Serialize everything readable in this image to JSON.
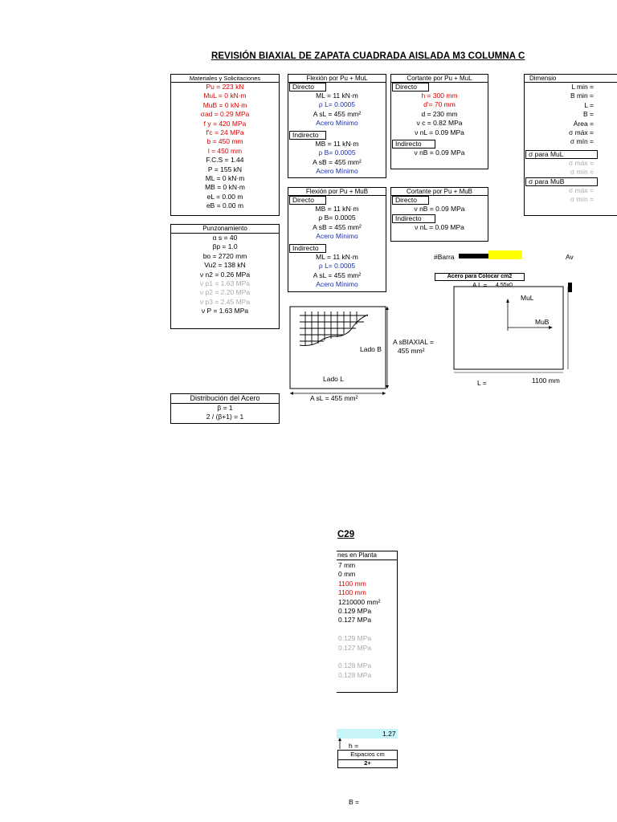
{
  "title": "REVISIÓN BIAXIAL DE ZAPATA CUADRADA AISLADA M3    COLUMNA   C",
  "materiales": {
    "header": "Materiales y Solicitaciones",
    "lines": [
      {
        "t": "Pu = 223 kN",
        "c": "red"
      },
      {
        "t": "MuL = 0 kN·m",
        "c": "red"
      },
      {
        "t": "MuB = 0 kN·m",
        "c": "red"
      },
      {
        "t": "σad = 0.29 MPa",
        "c": "red"
      },
      {
        "t": "f y = 420 MPa",
        "c": "red"
      },
      {
        "t": "f'c = 24 MPa",
        "c": "red"
      },
      {
        "t": "b = 450 mm",
        "c": "red"
      },
      {
        "t": "l = 450 mm",
        "c": "red"
      },
      {
        "t": "F.C.S = 1.44",
        "c": ""
      },
      {
        "t": "P = 155 kN",
        "c": ""
      },
      {
        "t": "ML = 0 kN·m",
        "c": ""
      },
      {
        "t": "MB = 0 kN·m",
        "c": ""
      },
      {
        "t": "eL = 0.00 m",
        "c": ""
      },
      {
        "t": "eB = 0.00 m",
        "c": ""
      }
    ]
  },
  "punzonamiento": {
    "header": "Punzonamiento",
    "lines": [
      {
        "t": "α s = 40",
        "c": ""
      },
      {
        "t": "βp = 1.0",
        "c": ""
      },
      {
        "t": "bo = 2720 mm",
        "c": ""
      },
      {
        "t": "Vu2 = 138 kN",
        "c": ""
      },
      {
        "t": "ν n2 = 0.26 MPa",
        "c": ""
      },
      {
        "t": "ν p1 = 1.63 MPa",
        "c": "gray"
      },
      {
        "t": "ν p2 = 2.20 MPa",
        "c": "gray"
      },
      {
        "t": "ν p3 = 2.45 MPa",
        "c": "gray"
      },
      {
        "t": "ν P = 1.63 MPa",
        "c": ""
      }
    ]
  },
  "distribucion": {
    "header": "Distribución del Acero",
    "lines": [
      {
        "t": "β = 1",
        "c": ""
      },
      {
        "t": "2 / (β+1) = 1",
        "c": ""
      }
    ]
  },
  "flexion_l": {
    "header": "Flexión por Pu + MuL",
    "directo": "Directo",
    "indirecto": "Indirecto",
    "directo_lines": [
      {
        "t": "ML = 11 kN·m",
        "c": ""
      },
      {
        "t": "ρ L= 0.0005",
        "c": "blue"
      },
      {
        "t": "A sL = 455 mm²",
        "c": ""
      },
      {
        "t": "Acero Mínimo",
        "c": "blue"
      }
    ],
    "indirecto_lines": [
      {
        "t": "MB = 11 kN·m",
        "c": ""
      },
      {
        "t": "ρ B= 0.0005",
        "c": "blue"
      },
      {
        "t": "A sB = 455 mm²",
        "c": ""
      },
      {
        "t": "Acero Mínimo",
        "c": "blue"
      }
    ]
  },
  "flexion_b": {
    "header": "Flexión por Pu + MuB",
    "directo": "Directo",
    "indirecto": "Indirecto",
    "directo_lines": [
      {
        "t": "MB = 11 kN·m",
        "c": ""
      },
      {
        "t": "ρ B= 0.0005",
        "c": ""
      },
      {
        "t": "A sB = 455 mm²",
        "c": ""
      },
      {
        "t": "Acero Mínimo",
        "c": "blue"
      }
    ],
    "indirecto_lines": [
      {
        "t": "ML = 11 kN·m",
        "c": ""
      },
      {
        "t": "ρ L= 0.0005",
        "c": "blue"
      },
      {
        "t": "A sL = 455 mm²",
        "c": ""
      },
      {
        "t": "Acero Mínimo",
        "c": "blue"
      }
    ]
  },
  "cortante_l": {
    "header": "Cortante por Pu + MuL",
    "directo": "Directo",
    "indirecto": "Indirecto",
    "directo_lines": [
      {
        "t": "h = 300 mm",
        "c": "red"
      },
      {
        "t": "d'= 70 mm",
        "c": "red"
      },
      {
        "t": "d = 230 mm",
        "c": ""
      },
      {
        "t": "ν c = 0.82 MPa",
        "c": ""
      },
      {
        "t": "ν nL = 0.09 MPa",
        "c": ""
      }
    ],
    "indirecto_lines": [
      {
        "t": "ν nB = 0.09 MPa",
        "c": ""
      }
    ]
  },
  "cortante_b": {
    "header": "Cortante por Pu + MuB",
    "directo": "Directo",
    "indirecto": "Indirecto",
    "directo_lines": [
      {
        "t": "ν nB = 0.09 MPa",
        "c": ""
      }
    ],
    "indirecto_lines": [
      {
        "t": "ν nL = 0.09 MPa",
        "c": ""
      }
    ]
  },
  "dimensiones_top": {
    "header": "Dimensio",
    "lines": [
      {
        "t": "L min =",
        "c": ""
      },
      {
        "t": "B min =",
        "c": ""
      },
      {
        "t": "L =",
        "c": ""
      },
      {
        "t": "B =",
        "c": ""
      },
      {
        "t": "Área =",
        "c": ""
      },
      {
        "t": "σ máx =",
        "c": ""
      },
      {
        "t": "σ mín =",
        "c": ""
      }
    ],
    "sigma_mul": "σ para MuL",
    "mul_lines": [
      {
        "t": "σ máx =",
        "c": "gray"
      },
      {
        "t": "σ mín =",
        "c": "gray"
      }
    ],
    "sigma_mub": "σ para MuB",
    "mub_lines": [
      {
        "t": "σ máx =",
        "c": "gray"
      },
      {
        "t": "σ mín =",
        "c": "gray"
      }
    ]
  },
  "diagram_left": {
    "lado_b": "Lado B",
    "lado_l": "Lado L",
    "asl_label": "A sL = 455 mm²",
    "biaxial_1": "A sBIAXIAL =",
    "biaxial_2": "455 mm²"
  },
  "barras": {
    "label": "#Barra",
    "label_tail": "Av",
    "acero_label": "Acero para Colocar cm2",
    "al_label": "A L =",
    "al_value": "4.55x0"
  },
  "diagram_right": {
    "mul": "MuL",
    "mub": "MuB",
    "l_label": "L =",
    "l_value": "1100 mm"
  },
  "bottom": {
    "col_ref": "C29",
    "dim_header": "nes en Planta",
    "dim_lines": [
      {
        "t": "7 mm",
        "c": ""
      },
      {
        "t": "0 mm",
        "c": ""
      },
      {
        "t": "1100 mm",
        "c": "red"
      },
      {
        "t": "1100 mm",
        "c": "red"
      },
      {
        "t": "1210000 mm²",
        "c": ""
      },
      {
        "t": "0.129 MPa",
        "c": ""
      },
      {
        "t": "0.127 MPa",
        "c": ""
      },
      {
        "t": "",
        "c": ""
      },
      {
        "t": "0.129 MPa",
        "c": "gray"
      },
      {
        "t": "0.127 MPa",
        "c": "gray"
      },
      {
        "t": "",
        "c": ""
      },
      {
        "t": "0.128 MPa",
        "c": "gray"
      },
      {
        "t": "0.128 MPa",
        "c": "gray"
      }
    ],
    "cyan_value": "1.27",
    "h_label": "h =",
    "espacios_label": "Espacios cm",
    "espacios_value": "2+",
    "b_label": "B ="
  }
}
